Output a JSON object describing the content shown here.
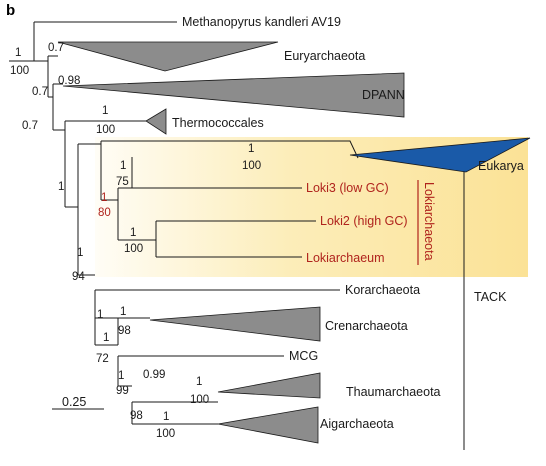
{
  "panel_label": "b",
  "colors": {
    "lineage_line": "#1a1a1a",
    "collapsed_clade": "#8c8c8c",
    "eukarya_clade": "#1a5aa8",
    "highlight_box": "#fbe6a0",
    "lokiarchaeota_text": "#b0231d"
  },
  "taxa": {
    "methanopyrus": "Methanopyrus kandleri AV19",
    "euryarchaeota": "Euryarchaeota",
    "dpann": "DPANN",
    "thermococcales": "Thermococcales",
    "eukarya": "Eukarya",
    "loki3": "Loki3 (low GC)",
    "loki2": "Loki2 (high GC)",
    "lokiarchaeum": "Lokiarchaeum",
    "korarchaeota": "Korarchaeota",
    "crenarchaeota": "Crenarchaeota",
    "mcg": "MCG",
    "thaumarchaeota": "Thaumarchaeota",
    "aigarchaeota": "Aigarchaeota"
  },
  "group_labels": {
    "lokiarchaeota": "Lokiarchaeota",
    "tack": "TACK"
  },
  "support": {
    "root_top": "1",
    "root_bottom": "100",
    "euryarchaeota": "0.7",
    "node_07_mid": "0.7",
    "dpann": "0.98",
    "node_07_left": "0.7",
    "thermo_top": "1",
    "thermo_bottom": "100",
    "node_1_left": "1",
    "eukarya_top": "1",
    "eukarya_bottom": "100",
    "loki3_top": "1",
    "loki3_bottom": "75",
    "loki_top": "1",
    "loki_bottom": "80",
    "loki2_top": "1",
    "loki2_bottom": "100",
    "tack_top": "1",
    "tack_bottom": "94",
    "kor_top": "1",
    "cren_top": "1",
    "cren_bottom": "98",
    "mcg_top": "1",
    "mcg_bottom": "72",
    "thaum_group_top": "1",
    "thaum_group_bottom": "99",
    "thaum_node": "0.99",
    "thaum_top": "1",
    "thaum_bottom": "100",
    "aig_left": "98",
    "aig_top": "1",
    "aig_bottom": "100"
  },
  "scale_bar": "0.25"
}
